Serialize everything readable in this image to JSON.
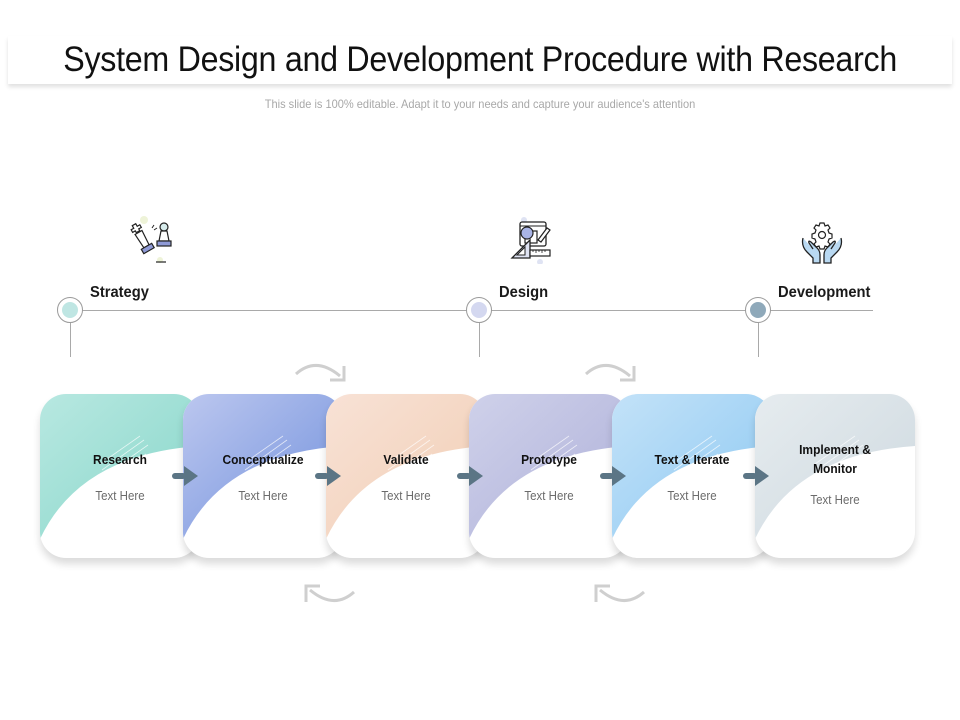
{
  "header": {
    "title": "System Design and Development Procedure with Research",
    "subtitle": "This slide is 100% editable. Adapt it to your needs and capture your audience's attention"
  },
  "phases": [
    {
      "label": "Strategy",
      "icon": "chess-pieces-icon",
      "node_color": "#bfe6e3"
    },
    {
      "label": "Design",
      "icon": "design-tools-icon",
      "node_color": "#d4d8f0"
    },
    {
      "label": "Development",
      "icon": "hands-gear-icon",
      "node_color": "#8fa9ba"
    }
  ],
  "steps": [
    {
      "title": "Research",
      "text": "Text Here",
      "color_from": "#b8e8e1",
      "color_to": "#86d6c9"
    },
    {
      "title": "Conceptualize",
      "text": "Text Here",
      "color_from": "#bcc7ef",
      "color_to": "#6f8fdc"
    },
    {
      "title": "Validate",
      "text": "Text Here",
      "color_from": "#f8e2d6",
      "color_to": "#f1cdb3"
    },
    {
      "title": "Prototype",
      "text": "Text Here",
      "color_from": "#cfd1ea",
      "color_to": "#aeb0d9"
    },
    {
      "title": "Text & Iterate",
      "text": "Text Here",
      "color_from": "#c3e2f8",
      "color_to": "#8cc8f2"
    },
    {
      "title_line1": "Implement &",
      "title_line2": "Monitor",
      "text": "Text Here",
      "color_from": "#e6ecef",
      "color_to": "#cdd8df"
    }
  ],
  "colors": {
    "arrow": "#5b7585",
    "cycle_arrow": "#cfcfcf",
    "timeline": "#a9a9a9"
  }
}
